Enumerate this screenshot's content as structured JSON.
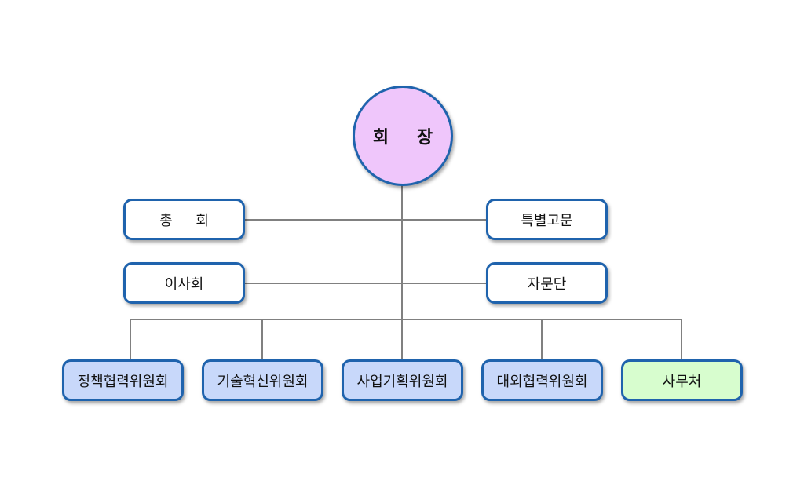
{
  "chart": {
    "chairman": "회 장",
    "left_units": [
      "총 회",
      "이사회"
    ],
    "right_units": [
      "특별고문",
      "자문단"
    ],
    "committees": [
      "정책협력위원회",
      "기술혁신위원회",
      "사업기획위원회",
      "대외협력위원회"
    ],
    "secretariat": "사무처"
  },
  "colors": {
    "border": "#1f63ad",
    "line": "#808080",
    "chairman_fill": "#efc6fb",
    "committee_fill": "#c8d8fa",
    "secretariat_fill": "#d7fdce",
    "side_fill": "#ffffff"
  }
}
